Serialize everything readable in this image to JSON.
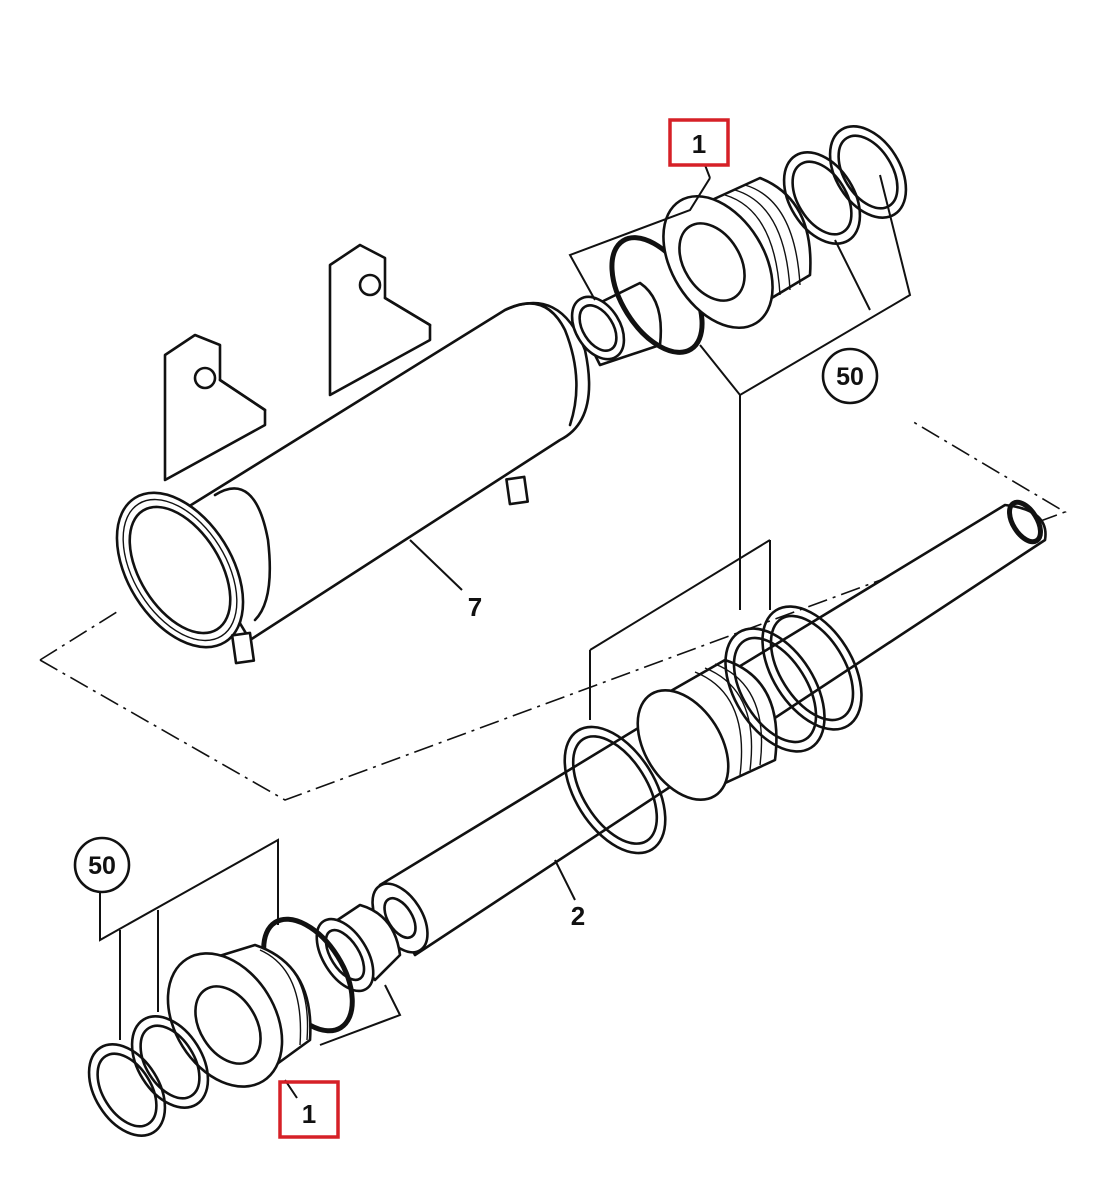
{
  "callouts": {
    "top_part": "1",
    "bottom_part": "1",
    "barrel": "7",
    "rod": "2",
    "seal_kit_top": "50",
    "seal_kit_bottom": "50"
  },
  "highlight_color": "#d62027"
}
